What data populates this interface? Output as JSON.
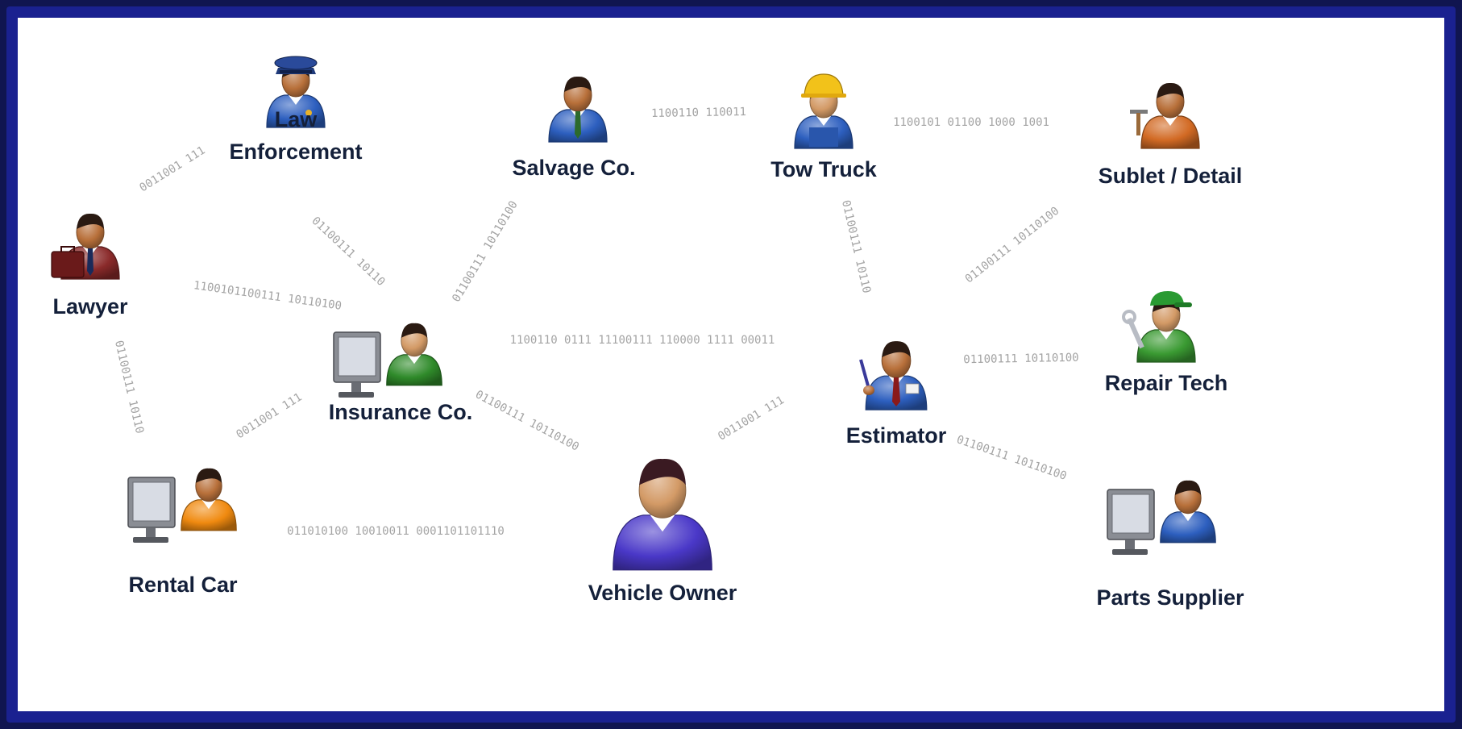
{
  "nodes": [
    {
      "id": "law",
      "label_lines": [
        "Law",
        "Enforcement"
      ],
      "icon": "police-officer-icon",
      "colors": {
        "shirt": "#2d5fbf",
        "skin": "#b8703a"
      }
    },
    {
      "id": "salvage",
      "label_lines": [
        "Salvage Co."
      ],
      "icon": "businessman-icon",
      "colors": {
        "shirt": "#2d5fbf",
        "skin": "#b8703a"
      }
    },
    {
      "id": "tow",
      "label_lines": [
        "Tow Truck"
      ],
      "icon": "hardhat-worker-icon",
      "colors": {
        "shirt": "#2d5fbf",
        "skin": "#d39a66"
      }
    },
    {
      "id": "sublet",
      "label_lines": [
        "Sublet / Detail"
      ],
      "icon": "detailer-icon",
      "colors": {
        "shirt": "#d26a24",
        "skin": "#b8703a"
      }
    },
    {
      "id": "lawyer",
      "label_lines": [
        "Lawyer"
      ],
      "icon": "lawyer-briefcase-icon",
      "colors": {
        "shirt": "#8a2a2a",
        "skin": "#b8703a"
      }
    },
    {
      "id": "insurance",
      "label_lines": [
        "Insurance Co."
      ],
      "icon": "computer-user-icon",
      "colors": {
        "shirt": "#2f8a2a",
        "skin": "#d39a66"
      }
    },
    {
      "id": "estimator",
      "label_lines": [
        "Estimator"
      ],
      "icon": "estimator-icon",
      "colors": {
        "shirt": "#2d5fbf",
        "skin": "#b8703a"
      }
    },
    {
      "id": "repair",
      "label_lines": [
        "Repair Tech"
      ],
      "icon": "mechanic-wrench-icon",
      "colors": {
        "shirt": "#3a9a32",
        "skin": "#d39a66"
      }
    },
    {
      "id": "rental",
      "label_lines": [
        "Rental Car"
      ],
      "icon": "computer-user-icon",
      "colors": {
        "shirt": "#f08a10",
        "skin": "#b8703a"
      }
    },
    {
      "id": "owner",
      "label_lines": [
        "Vehicle Owner"
      ],
      "icon": "person-icon",
      "colors": {
        "shirt": "#4a38c8",
        "skin": "#d39a66"
      }
    },
    {
      "id": "parts",
      "label_lines": [
        "Parts Supplier"
      ],
      "icon": "computer-user-icon",
      "colors": {
        "shirt": "#2d5fbf",
        "skin": "#b8703a"
      }
    }
  ],
  "edges": [
    {
      "from": "lawyer",
      "to": "law",
      "text": "0011001 111"
    },
    {
      "from": "law",
      "to": "insurance",
      "text": "01100111 10110"
    },
    {
      "from": "salvage",
      "to": "insurance",
      "text": "01100111 10110100"
    },
    {
      "from": "salvage",
      "to": "tow",
      "text": "1100110 110011"
    },
    {
      "from": "tow",
      "to": "sublet",
      "text": "1100101 01100 1000 1001"
    },
    {
      "from": "lawyer",
      "to": "insurance",
      "text": "1100101100111 10110100"
    },
    {
      "from": "tow",
      "to": "estimator",
      "text": "01100111 10110"
    },
    {
      "from": "estimator",
      "to": "sublet",
      "text": "01100111 10110100"
    },
    {
      "from": "insurance",
      "to": "estimator",
      "text": "1100110 0111 11100111 110000 1111 00011"
    },
    {
      "from": "estimator",
      "to": "repair",
      "text": "01100111 10110100"
    },
    {
      "from": "lawyer",
      "to": "rental",
      "text": "01100111 10110"
    },
    {
      "from": "rental",
      "to": "insurance",
      "text": "0011001 111"
    },
    {
      "from": "insurance",
      "to": "owner",
      "text": "01100111 10110100"
    },
    {
      "from": "owner",
      "to": "estimator",
      "text": "0011001 111"
    },
    {
      "from": "estimator",
      "to": "parts",
      "text": "01100111 10110100"
    },
    {
      "from": "rental",
      "to": "owner",
      "text": "011010100 10010011 0001101101110"
    }
  ]
}
